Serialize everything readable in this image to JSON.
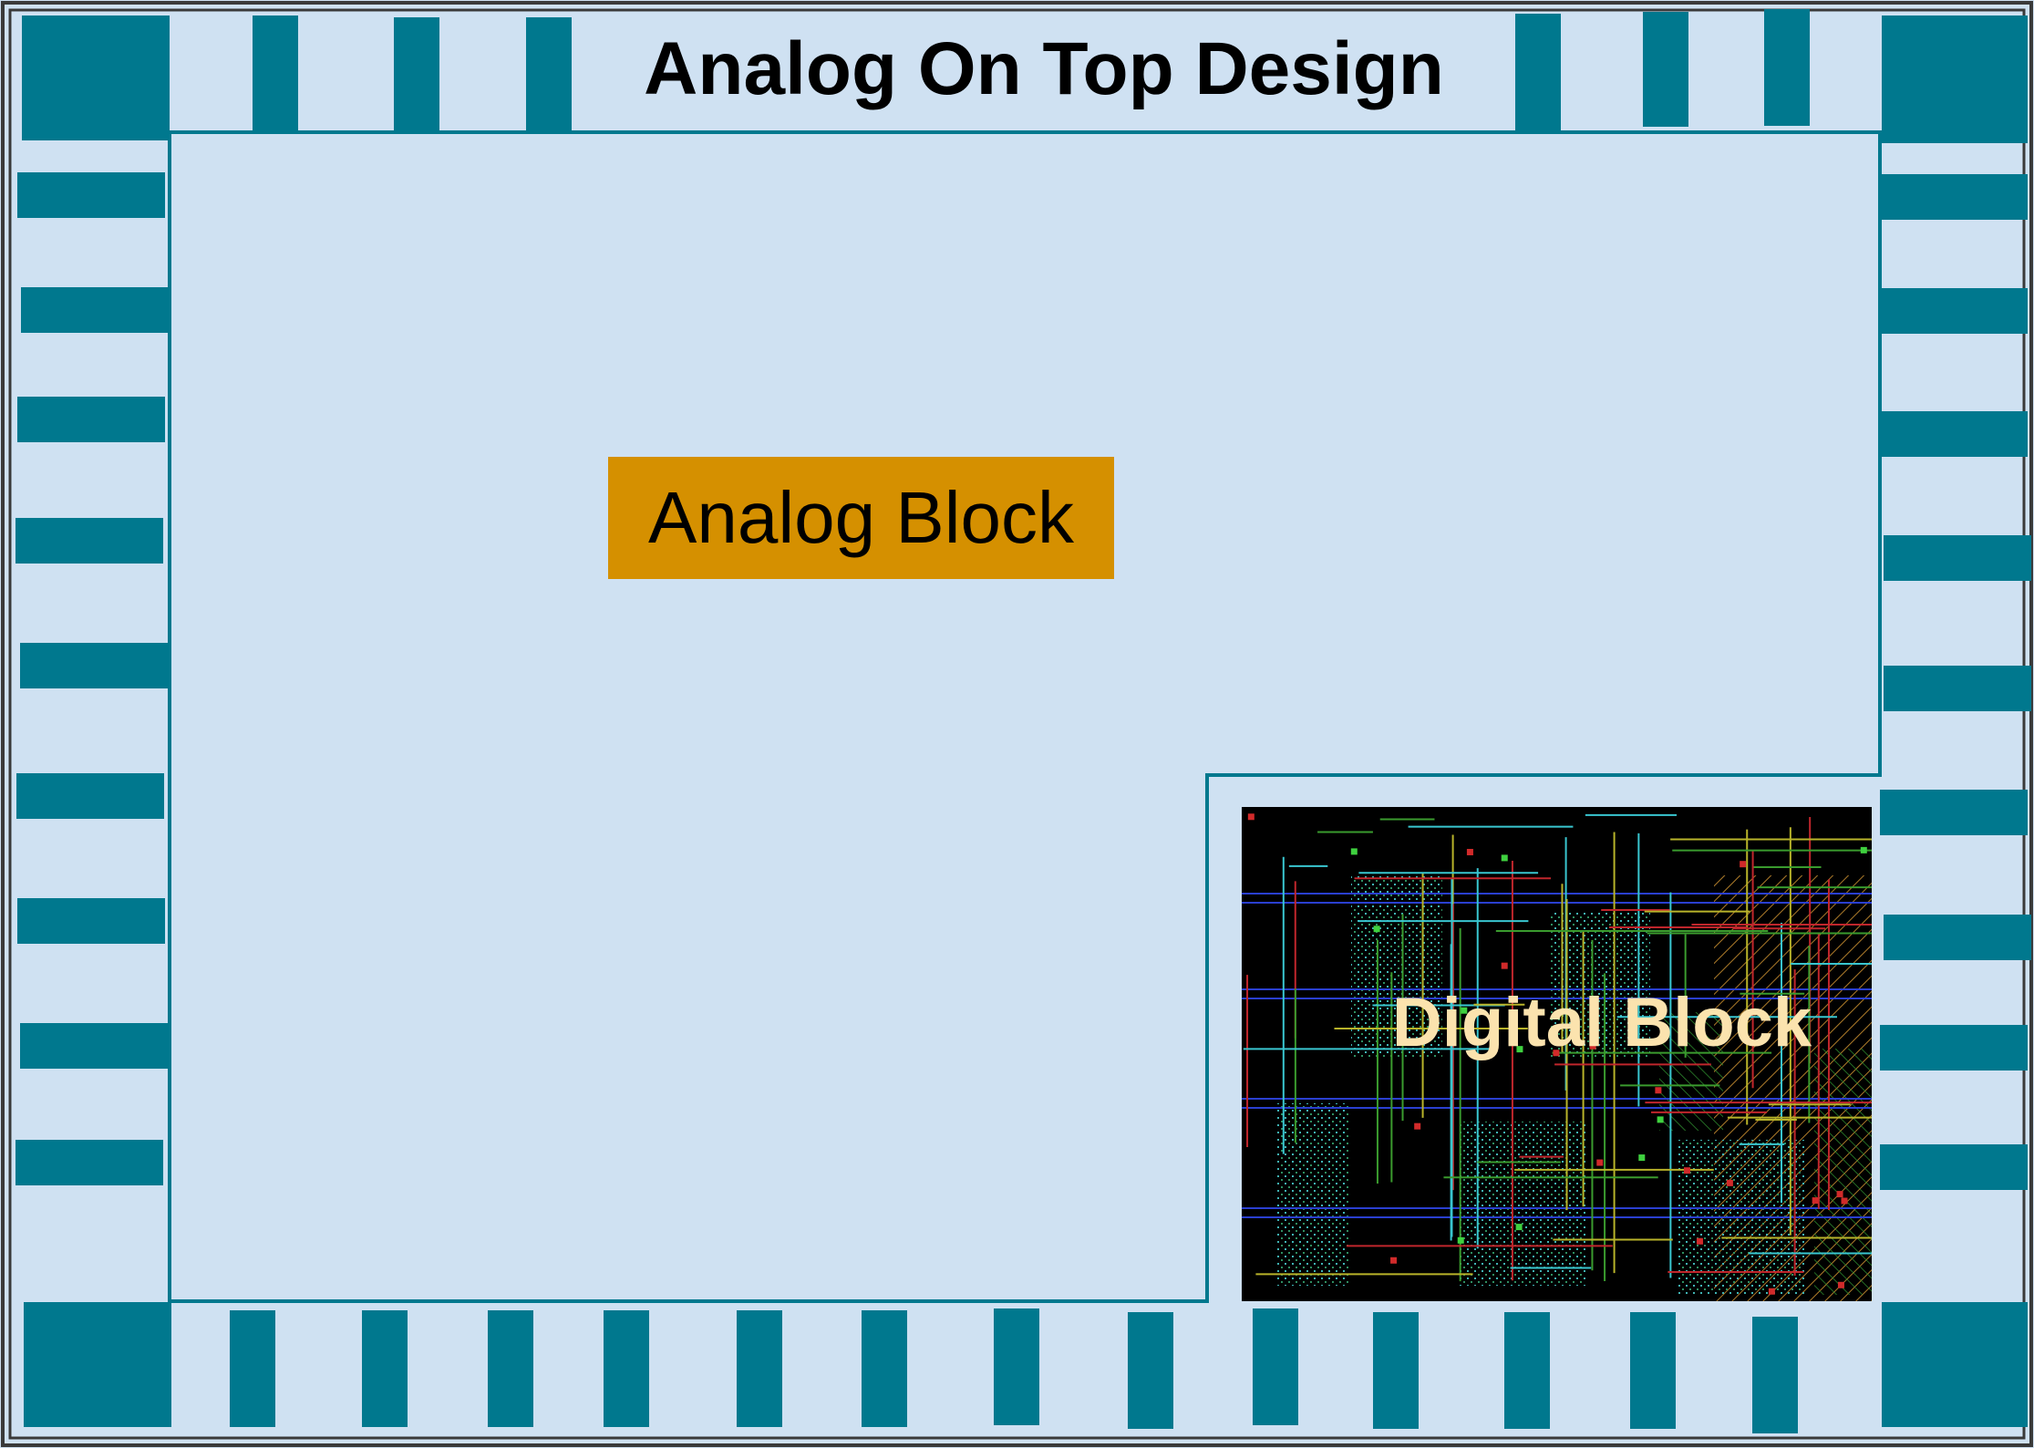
{
  "title": "Analog On Top Design",
  "analog_block": {
    "label": "Analog Block"
  },
  "digital_block": {
    "label": "Digital Block"
  },
  "colors": {
    "background": "#cfe1f2",
    "pad": "#00788e",
    "outline": "#00788e",
    "frame": "#3a3a3a",
    "analog_block": "#d59000",
    "digital_background": "#000000",
    "digital_label": "#fbe3ae"
  }
}
